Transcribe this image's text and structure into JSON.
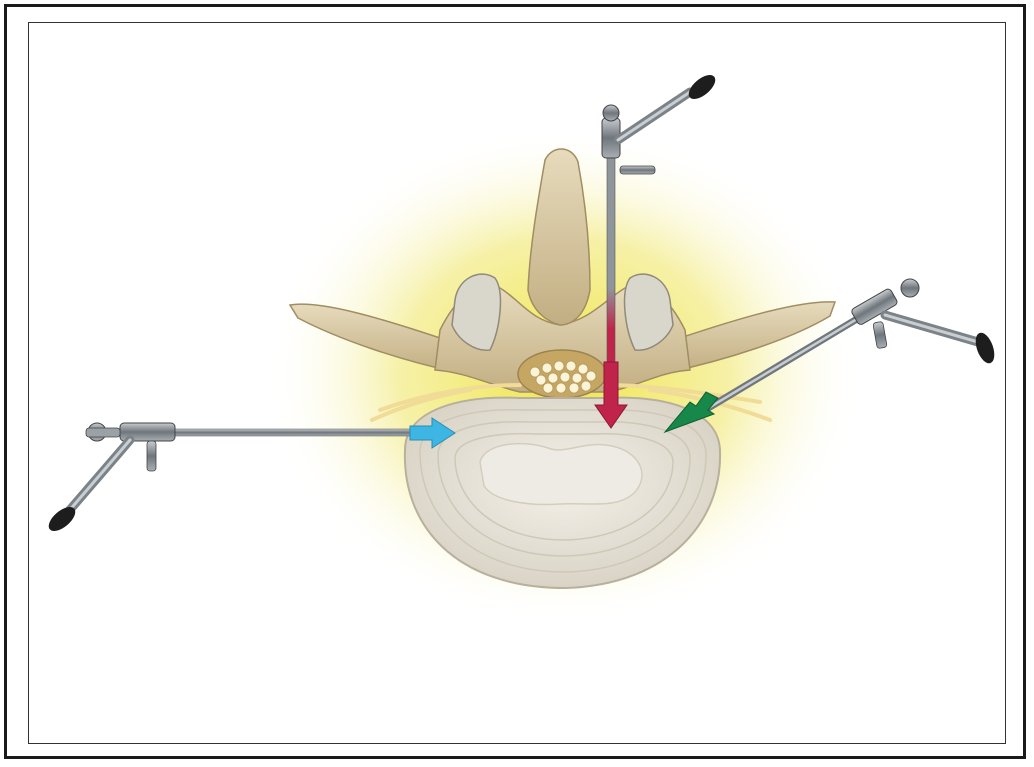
{
  "diagram": {
    "subject": "lumbar-vertebra-axial-view",
    "colors": {
      "halo": "#f2ea6a",
      "bone": "#d9c9a3",
      "bone_shadow": "#b7a377",
      "disc": "#ede9df",
      "disc_ring": "#cfc8b6",
      "nerve": "#f3e3a8",
      "cord": "#fbf4d9",
      "arrow_blue": "#3db6e3",
      "arrow_red": "#c0244a",
      "arrow_green": "#17874a",
      "scope_metal": "#8e959b",
      "scope_dark": "#1d1d1d"
    },
    "approaches": [
      {
        "name": "lateral-approach",
        "arrow_color": "arrow_blue"
      },
      {
        "name": "posterior-approach",
        "arrow_color": "arrow_red"
      },
      {
        "name": "posterolateral-approach",
        "arrow_color": "arrow_green"
      }
    ]
  }
}
